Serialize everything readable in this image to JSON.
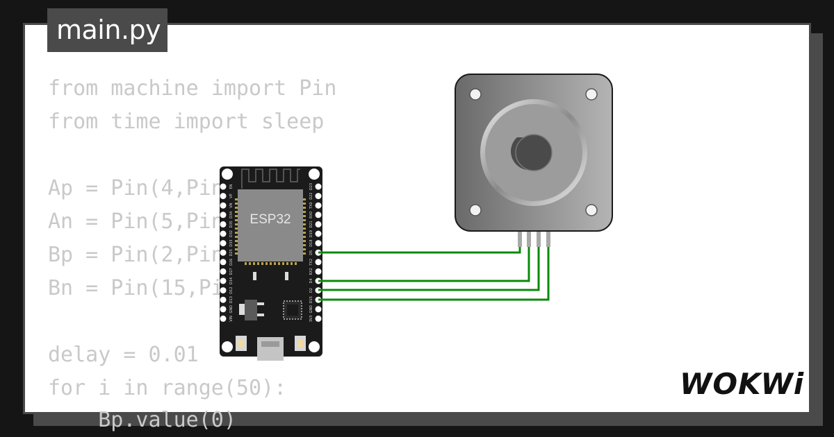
{
  "file_tab": {
    "label": "main.py"
  },
  "code": {
    "lines": [
      "from machine import Pin",
      "from time import sleep",
      "",
      "Ap = Pin(4,Pin.OUT)",
      "An = Pin(5,Pin.OUT)",
      "Bp = Pin(2,Pin.OUT)",
      "Bn = Pin(15,Pin.OUT)",
      "",
      "delay = 0.01",
      "for i in range(50):",
      "    Bp.value(0)"
    ]
  },
  "board": {
    "chip_label": "ESP32",
    "left_pins": [
      "EN",
      "VP",
      "VN",
      "D34",
      "D35",
      "D32",
      "D33",
      "D25",
      "D26",
      "D27",
      "D14",
      "D12",
      "D13",
      "GND",
      "VIN"
    ],
    "right_pins": [
      "D23",
      "D22",
      "TX0",
      "RX0",
      "D21",
      "D19",
      "D18",
      "D5",
      "TX2",
      "RX2",
      "D4",
      "D2",
      "D15",
      "GND",
      "3V3"
    ]
  },
  "logo": {
    "text": "WOKWi"
  },
  "colors": {
    "wire": "#0a8a0a",
    "code_text": "#c9c9c9",
    "frame": "#4a4a4a",
    "board": "#1b1b1b"
  }
}
